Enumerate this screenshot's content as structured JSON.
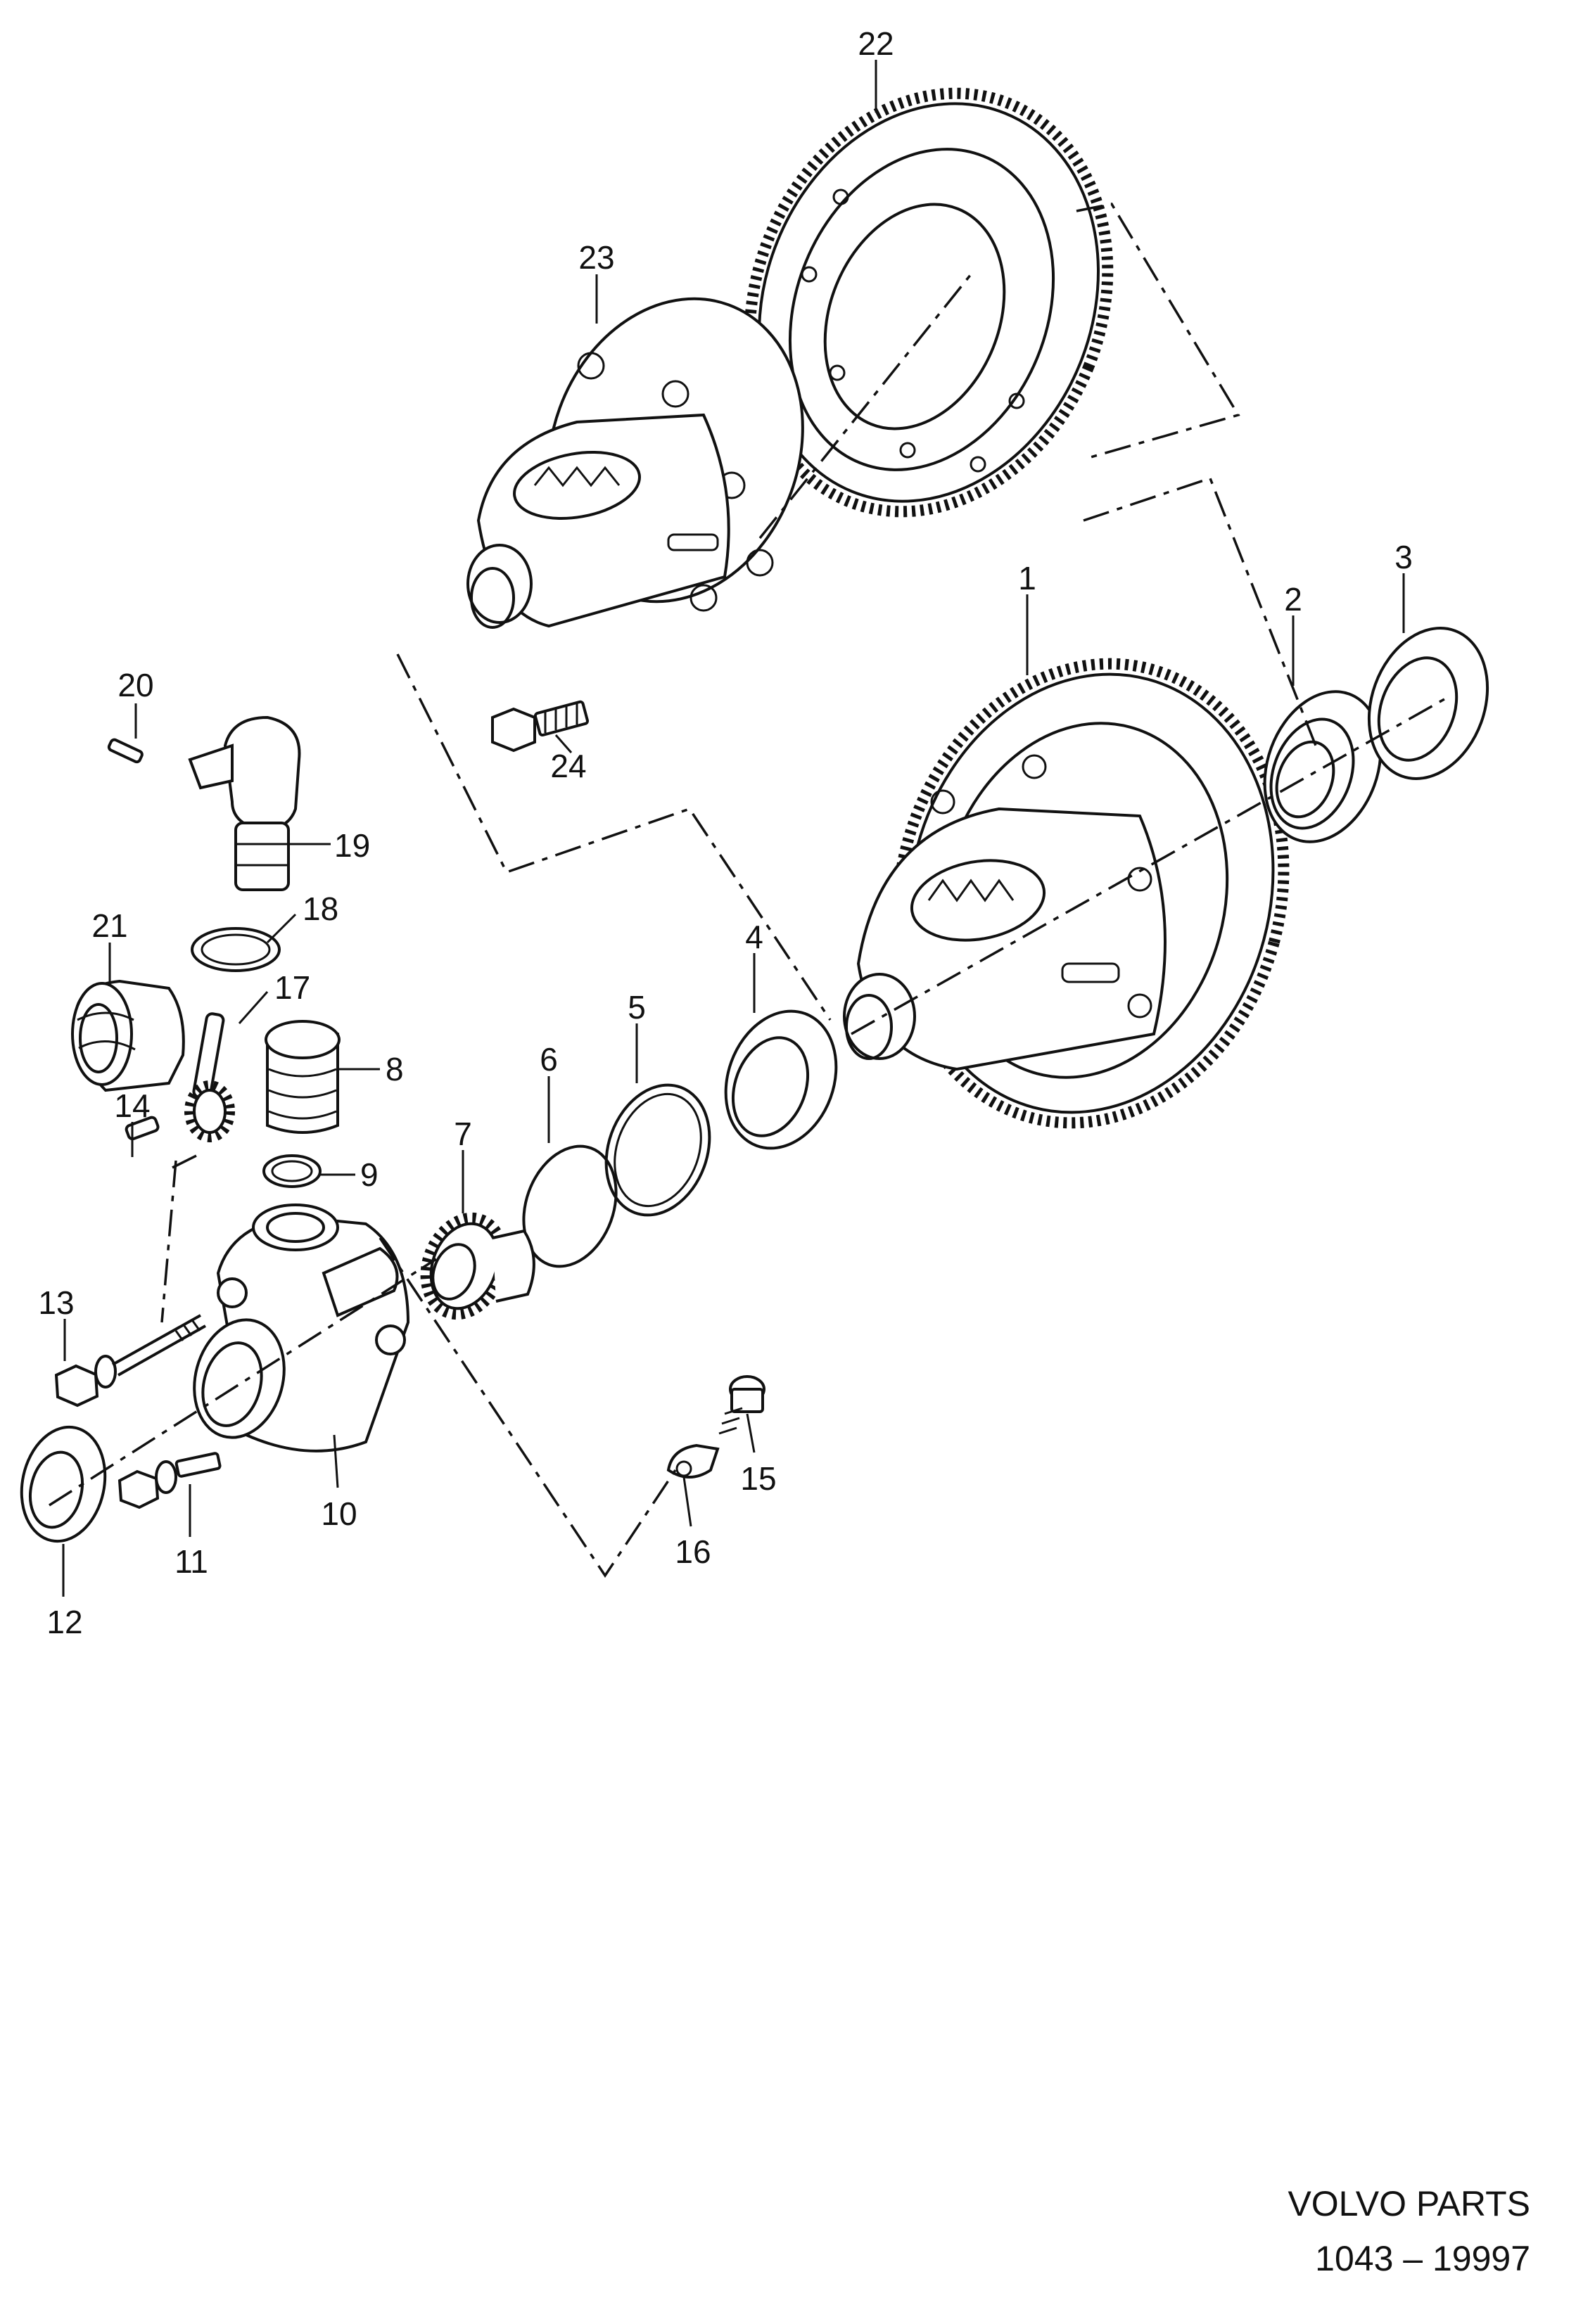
{
  "parts": [
    {
      "id": "1",
      "label": "1"
    },
    {
      "id": "2",
      "label": "2"
    },
    {
      "id": "3",
      "label": "3"
    },
    {
      "id": "4",
      "label": "4"
    },
    {
      "id": "5",
      "label": "5"
    },
    {
      "id": "6",
      "label": "6"
    },
    {
      "id": "7",
      "label": "7"
    },
    {
      "id": "8",
      "label": "8"
    },
    {
      "id": "9",
      "label": "9"
    },
    {
      "id": "10",
      "label": "10"
    },
    {
      "id": "11",
      "label": "11"
    },
    {
      "id": "12",
      "label": "12"
    },
    {
      "id": "13",
      "label": "13"
    },
    {
      "id": "14",
      "label": "14"
    },
    {
      "id": "15",
      "label": "15"
    },
    {
      "id": "16",
      "label": "16"
    },
    {
      "id": "17",
      "label": "17"
    },
    {
      "id": "18",
      "label": "18"
    },
    {
      "id": "19",
      "label": "19"
    },
    {
      "id": "20",
      "label": "20"
    },
    {
      "id": "21",
      "label": "21"
    },
    {
      "id": "22",
      "label": "22"
    },
    {
      "id": "23",
      "label": "23"
    },
    {
      "id": "24",
      "label": "24"
    }
  ],
  "footer": {
    "brand": "VOLVO PARTS",
    "code": "1043 – 19997"
  }
}
